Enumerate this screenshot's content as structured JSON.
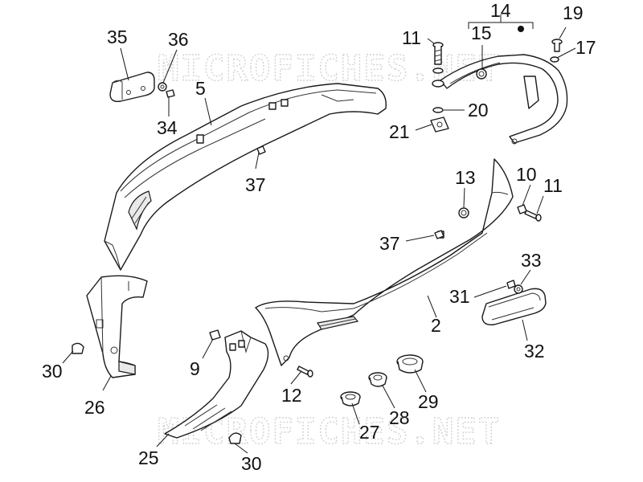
{
  "watermark": {
    "text": "MICROFICHES.NET"
  },
  "callouts": {
    "c35": "35",
    "c36": "36",
    "c5": "5",
    "c34": "34",
    "c37a": "37",
    "c11a": "11",
    "c15": "15",
    "c14": "14",
    "c19": "19",
    "c17": "17",
    "c20": "20",
    "c21": "21",
    "c13": "13",
    "c10": "10",
    "c11b": "11",
    "c37b": "37",
    "c33": "33",
    "c31": "31",
    "c2": "2",
    "c32": "32",
    "c30a": "30",
    "c26": "26",
    "c9": "9",
    "c12": "12",
    "c25": "25",
    "c30b": "30",
    "c27": "27",
    "c28": "28",
    "c29": "29"
  }
}
